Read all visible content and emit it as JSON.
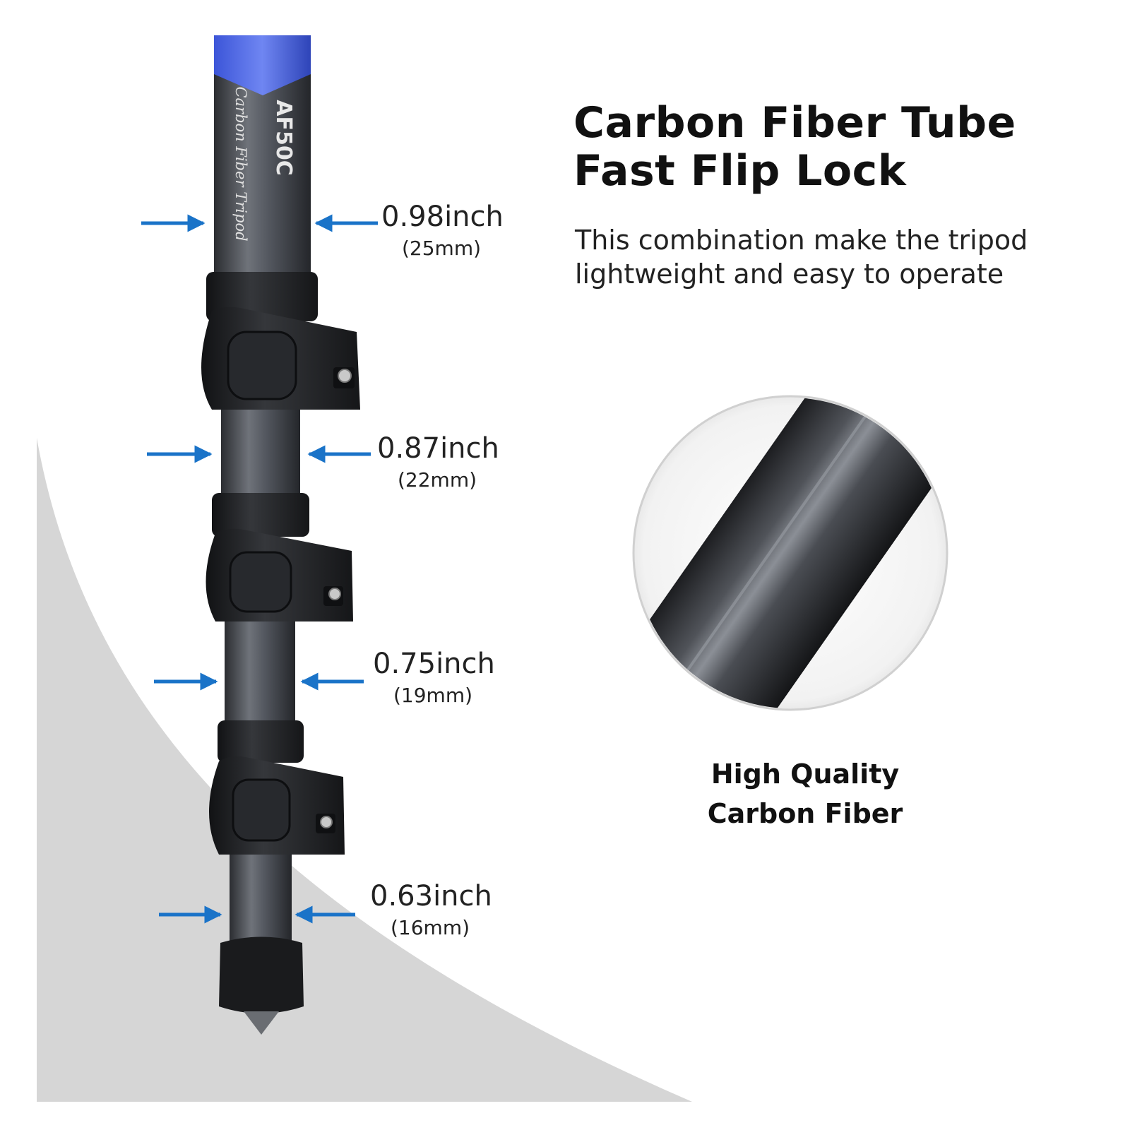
{
  "header": {
    "title_line1": "Carbon Fiber Tube",
    "title_line2": "Fast Flip Lock",
    "description_line1": "This combination make the tripod",
    "description_line2": "lightweight and easy to operate"
  },
  "product": {
    "model": "AF50C",
    "subtitle": "Carbon Fiber Tripod"
  },
  "dimensions": [
    {
      "inch": "0.98inch",
      "mm": "(25mm)"
    },
    {
      "inch": "0.87inch",
      "mm": "(22mm)"
    },
    {
      "inch": "0.75inch",
      "mm": "(19mm)"
    },
    {
      "inch": "0.63inch",
      "mm": "(16mm)"
    }
  ],
  "detail": {
    "caption_line1": "High Quality",
    "caption_line2": "Carbon Fiber"
  },
  "colors": {
    "arrow": "#1a73c8",
    "accent_blue": "#4a63e0",
    "tube_dark": "#3a3d42",
    "lock_black": "#1e1f22",
    "backdrop_gray": "#d6d6d6"
  }
}
